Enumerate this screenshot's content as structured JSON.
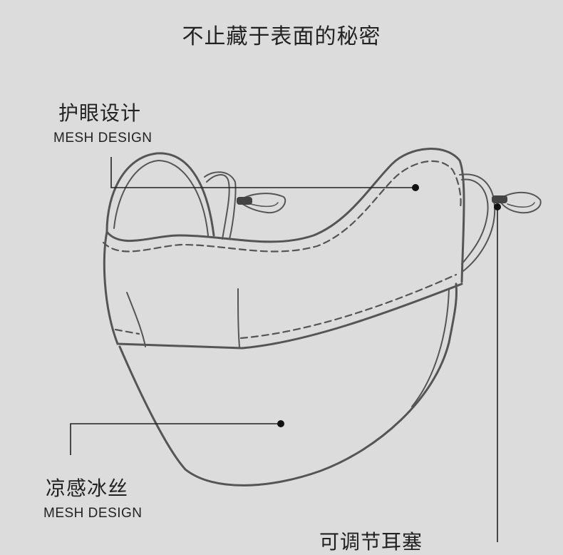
{
  "title": "不止藏于表面的秘密",
  "features": [
    {
      "cn": "护眼设计",
      "en": "MESH DESIGN"
    },
    {
      "cn": "凉感冰丝",
      "en": "MESH DESIGN"
    },
    {
      "cn": "可调节耳塞",
      "en": ""
    }
  ],
  "colors": {
    "background": "#dcdcdc",
    "outline": "#555555",
    "leader": "#222222"
  }
}
